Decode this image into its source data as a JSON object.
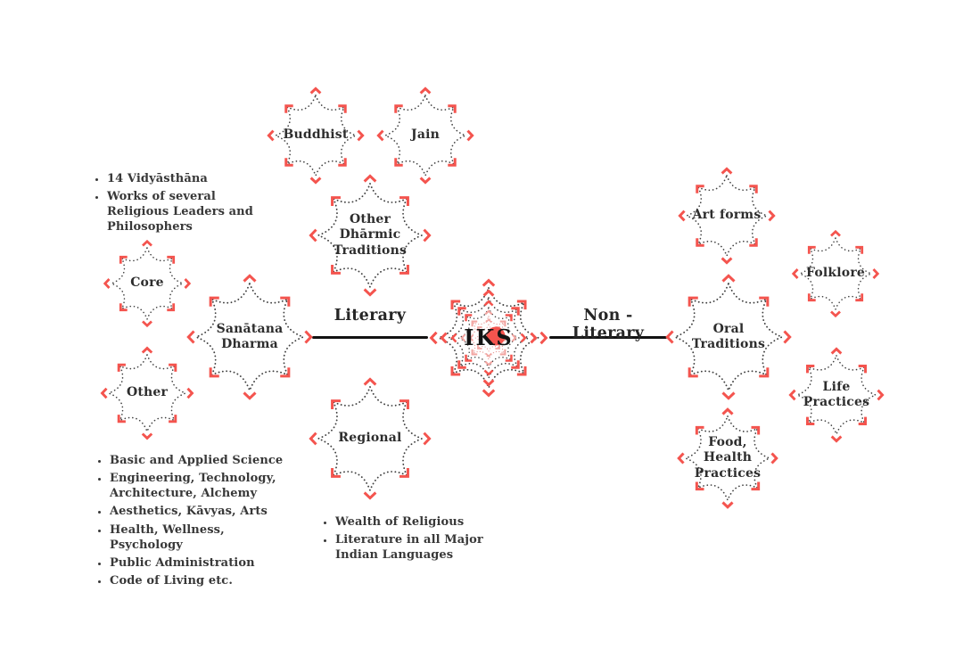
{
  "page": {
    "background": "#ffffff"
  },
  "center": {
    "label": "IKS"
  },
  "branches": {
    "literary": {
      "label": "Literary"
    },
    "non_literary": {
      "label": "Non - Literary"
    }
  },
  "nodes": {
    "buddhist": {
      "label": "Buddhist"
    },
    "jain": {
      "label": "Jain"
    },
    "other_dharmic": {
      "label": "Other Dhārmic Traditions"
    },
    "sanatana_dharma": {
      "label": "Sanātana Dharma"
    },
    "core": {
      "label": "Core"
    },
    "other": {
      "label": "Other"
    },
    "regional": {
      "label": "Regional"
    },
    "art_forms": {
      "label": "Art forms"
    },
    "folklore": {
      "label": "Folklore"
    },
    "oral_traditions": {
      "label": "Oral Traditions"
    },
    "life_practices": {
      "label": "Life Practices"
    },
    "food_health": {
      "label": "Food, Health Practices"
    }
  },
  "notes": {
    "literary_works": [
      "14 Vidyāsthāna",
      "Works of several Religious Leaders and Philosophers"
    ],
    "core_other_fields": [
      "Basic and Applied Science",
      "Engineering, Technology, Architecture, Alchemy",
      "Aesthetics, Kāvyas, Arts",
      "Health, Wellness, Psychology",
      "Public Administration",
      "Code of Living etc."
    ],
    "regional_note": [
      "Wealth of Religious",
      "Literature in all Major Indian Languages"
    ]
  },
  "icons": {
    "chevron": "chevron-icon",
    "corner_bracket": "corner-bracket-icon"
  },
  "colors": {
    "accent_red": "#f4544e",
    "pale_red": "#f2a5a1",
    "pale_outline": "#e89e9b",
    "outline": "#3f3f3f",
    "line": "#121212",
    "ink": "#383838"
  }
}
